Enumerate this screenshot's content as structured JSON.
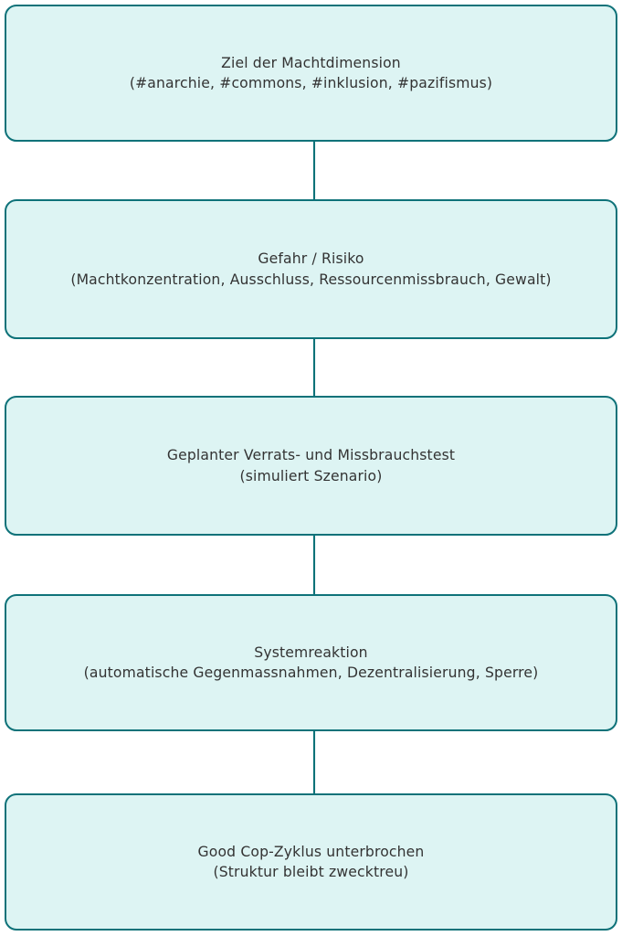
{
  "diagram": {
    "type": "flowchart",
    "orientation": "top-to-bottom",
    "node_fill_color": "#ddf4f3",
    "node_border_color": "#0e7279",
    "edge_color": "#0e7279",
    "text_color": "#333333",
    "background_color": "#ffffff",
    "nodes": [
      {
        "id": "ziel",
        "line1": "Ziel der Machtdimension",
        "line2": "(#anarchie, #commons, #inklusion, #pazifismus)"
      },
      {
        "id": "gefahr",
        "line1": "Gefahr / Risiko",
        "line2": "(Machtkonzentration, Ausschluss, Ressourcenmissbrauch, Gewalt)"
      },
      {
        "id": "test",
        "line1": "Geplanter Verrats- und Missbrauchstest",
        "line2": "(simuliert Szenario)"
      },
      {
        "id": "reaktion",
        "line1": "Systemreaktion",
        "line2": "(automatische Gegenmassnahmen, Dezentralisierung, Sperre)"
      },
      {
        "id": "ergebnis",
        "line1": "Good Cop-Zyklus unterbrochen",
        "line2": "(Struktur bleibt zwecktreu)"
      }
    ],
    "edges": [
      {
        "id": "edge-1",
        "from": "ziel",
        "to": "gefahr",
        "label": ""
      },
      {
        "id": "edge-2",
        "from": "gefahr",
        "to": "test",
        "label": ""
      },
      {
        "id": "edge-3",
        "from": "test",
        "to": "reaktion",
        "label": ""
      },
      {
        "id": "edge-4",
        "from": "reaktion",
        "to": "ergebnis",
        "label": ""
      }
    ]
  }
}
